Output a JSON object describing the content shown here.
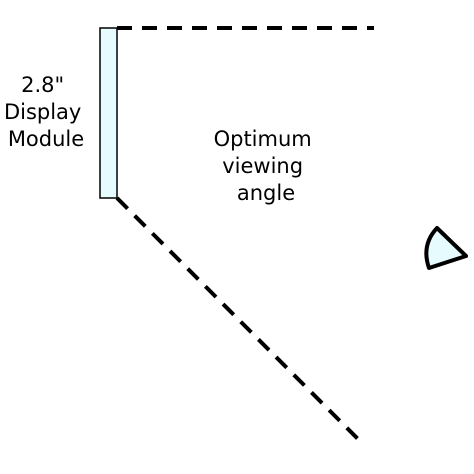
{
  "diagram": {
    "module_label": [
      "2.8\"",
      "Display",
      "Module"
    ],
    "angle_label": [
      "Optimum",
      "viewing",
      "angle"
    ],
    "colors": {
      "module_fill": "#e6fbfd",
      "eye_fill": "#e6fbfd",
      "stroke": "#000000"
    },
    "icons": {
      "viewer": "eye-icon"
    }
  }
}
